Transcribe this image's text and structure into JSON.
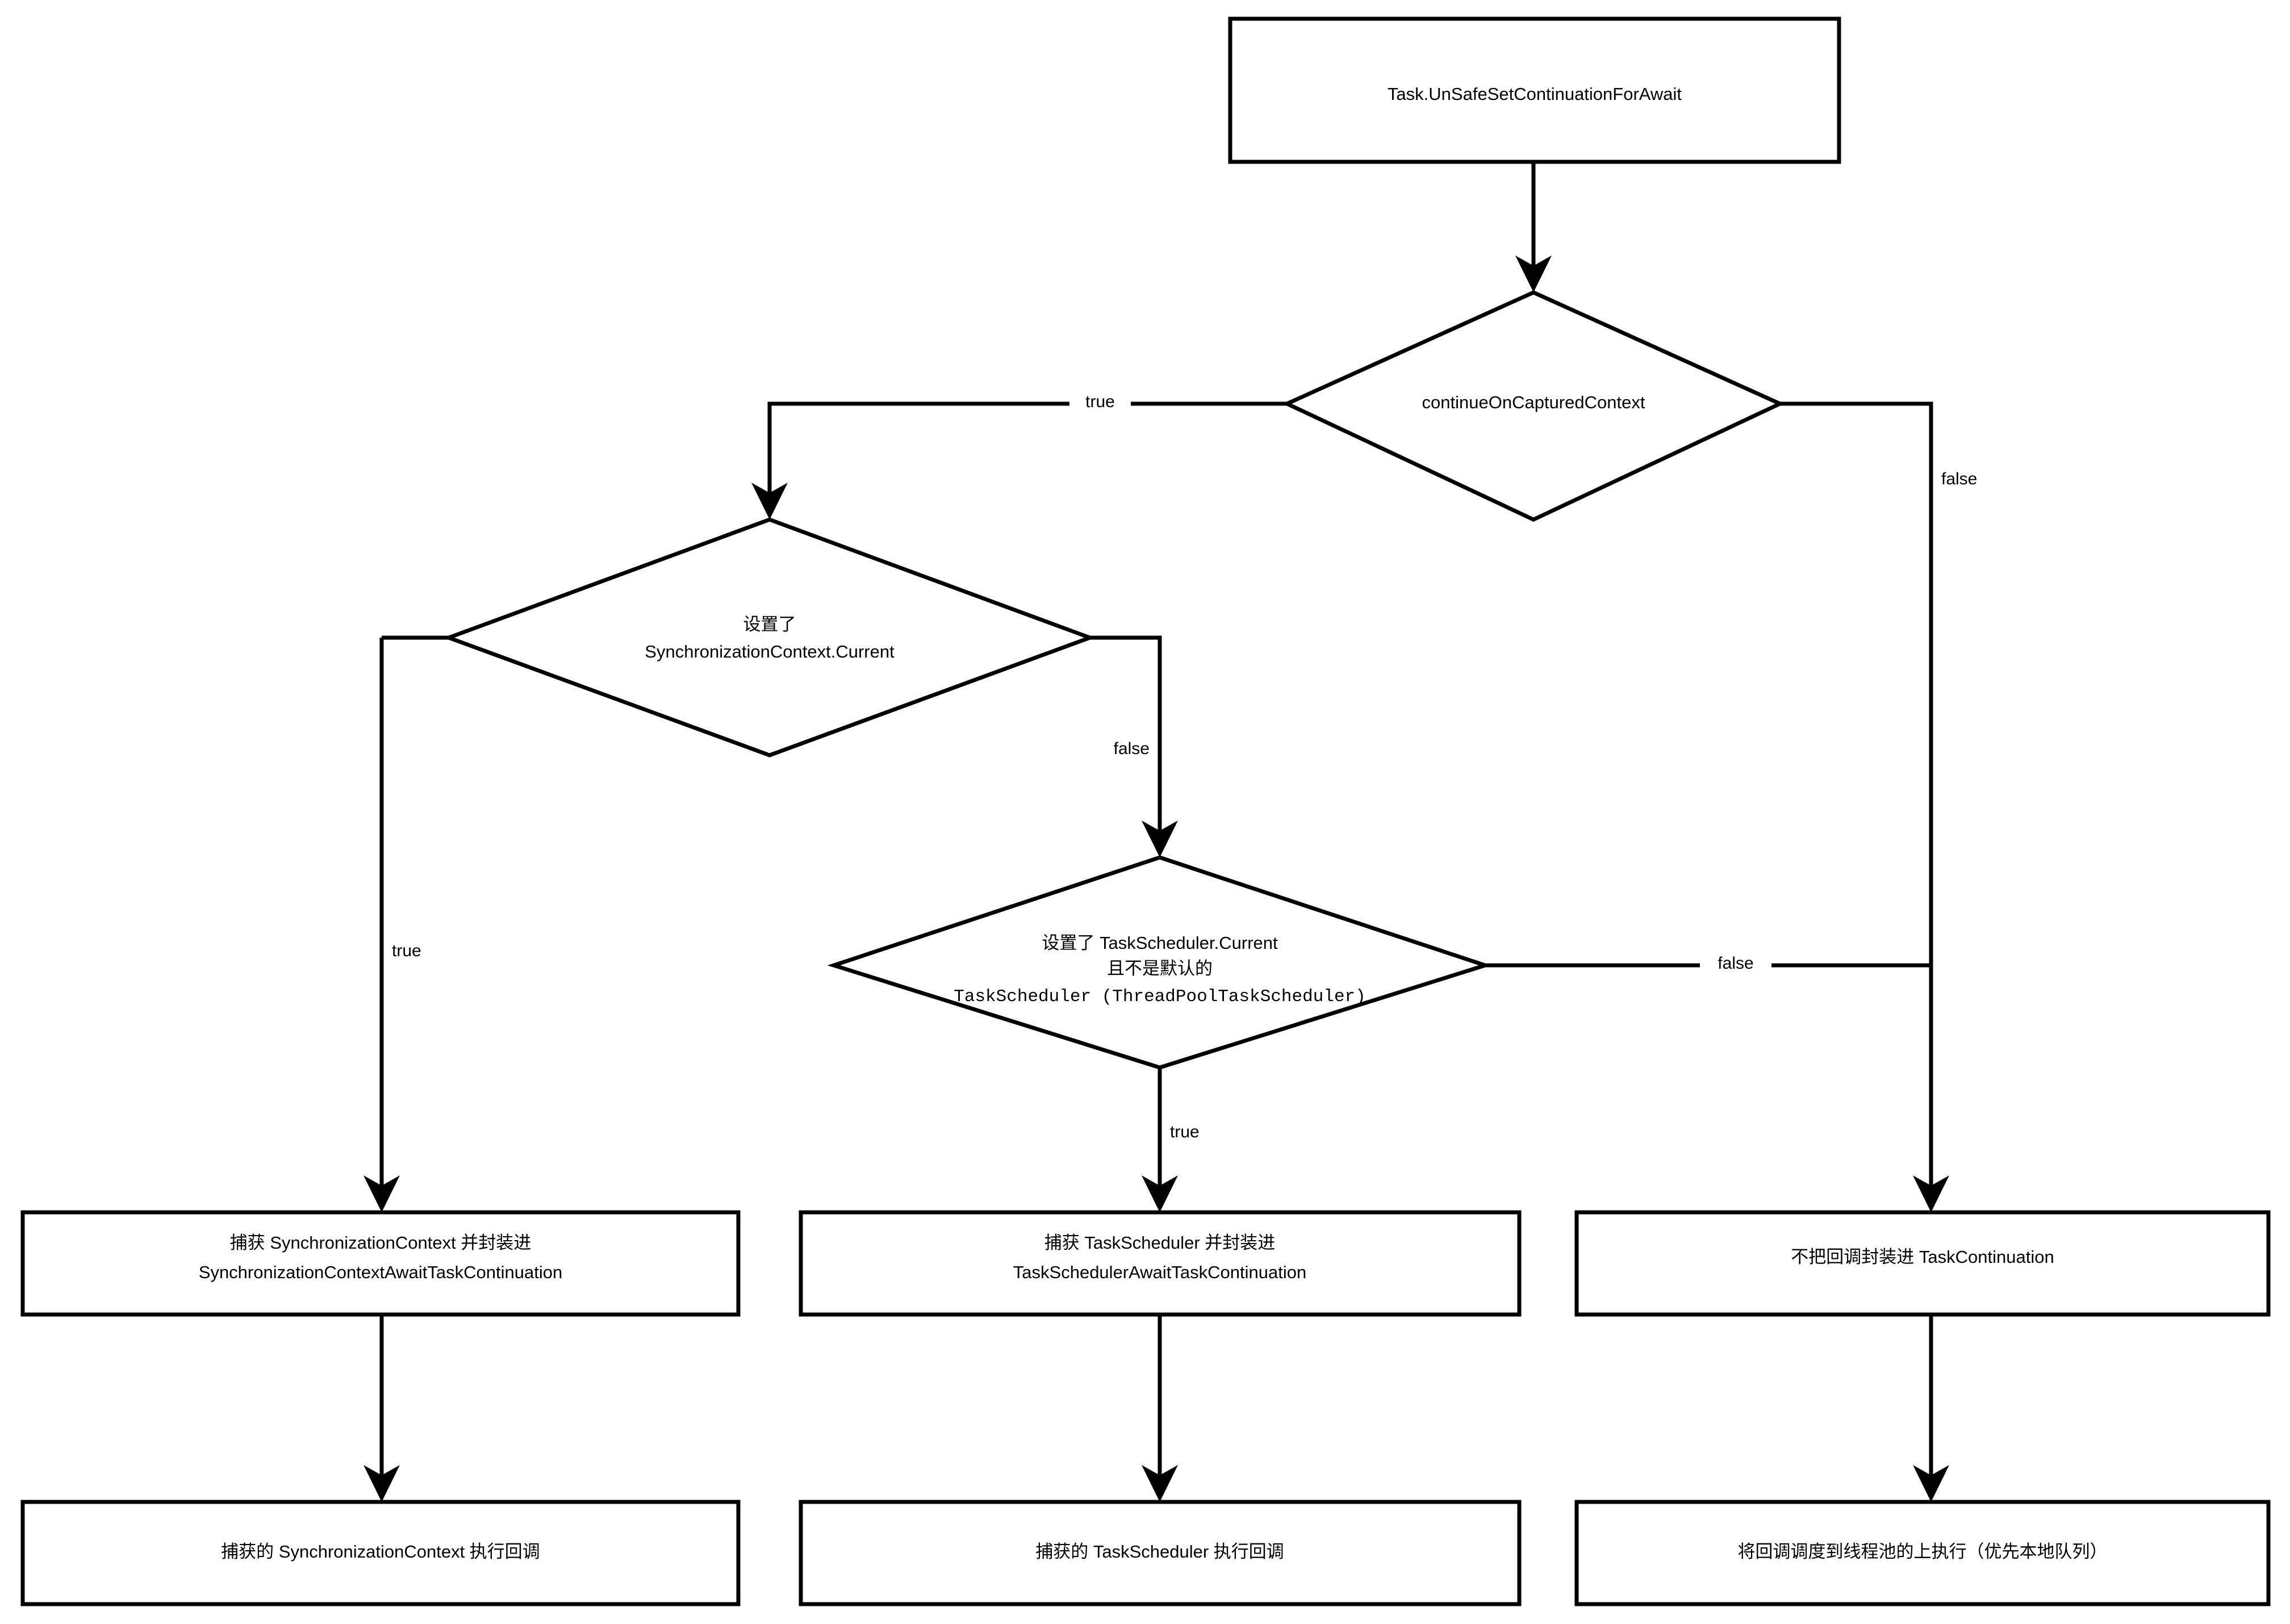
{
  "diagram": {
    "title": "Task.UnSafeSetContinuationForAwait flow",
    "background_color": "#ffffff",
    "stroke_color": "#000000",
    "nodes": {
      "start": {
        "id": "start",
        "shape": "rectangle",
        "label": "Task.UnSafeSetContinuationForAwait"
      },
      "decision_continue": {
        "id": "decision_continue",
        "shape": "diamond",
        "label": "continueOnCapturedContext"
      },
      "decision_synccontext": {
        "id": "decision_synccontext",
        "shape": "diamond",
        "label_line1": "设置了",
        "label_line2": "SynchronizationContext.Current"
      },
      "decision_taskscheduler": {
        "id": "decision_taskscheduler",
        "shape": "diamond",
        "label_line1": "设置了 TaskScheduler.Current",
        "label_line2": "且不是默认的",
        "label_line3": "TaskScheduler (ThreadPoolTaskScheduler)"
      },
      "action_capture_sync": {
        "id": "action_capture_sync",
        "shape": "rectangle",
        "label_line1": "捕获 SynchronizationContext 并封装进",
        "label_line2": "SynchronizationContextAwaitTaskContinuation"
      },
      "action_capture_sched": {
        "id": "action_capture_sched",
        "shape": "rectangle",
        "label_line1": "捕获 TaskScheduler 并封装进",
        "label_line2": "TaskSchedulerAwaitTaskContinuation"
      },
      "action_no_wrap": {
        "id": "action_no_wrap",
        "shape": "rectangle",
        "label": "不把回调封装进 TaskContinuation"
      },
      "result_sync": {
        "id": "result_sync",
        "shape": "rectangle",
        "label": "捕获的 SynchronizationContext 执行回调"
      },
      "result_sched": {
        "id": "result_sched",
        "shape": "rectangle",
        "label": "捕获的 TaskScheduler 执行回调"
      },
      "result_pool": {
        "id": "result_pool",
        "shape": "rectangle",
        "label": "将回调调度到线程池的上执行（优先本地队列）"
      }
    },
    "edges": [
      {
        "id": "e1",
        "from": "start",
        "to": "decision_continue",
        "label": ""
      },
      {
        "id": "e2",
        "from": "decision_continue",
        "to": "decision_synccontext",
        "label": "true"
      },
      {
        "id": "e3",
        "from": "decision_continue",
        "to": "action_no_wrap",
        "label": "false"
      },
      {
        "id": "e4",
        "from": "decision_synccontext",
        "to": "action_capture_sync",
        "label": "true"
      },
      {
        "id": "e5",
        "from": "decision_synccontext",
        "to": "decision_taskscheduler",
        "label": "false"
      },
      {
        "id": "e6",
        "from": "decision_taskscheduler",
        "to": "action_capture_sched",
        "label": "true"
      },
      {
        "id": "e7",
        "from": "decision_taskscheduler",
        "to": "action_no_wrap",
        "label": "false"
      },
      {
        "id": "e8",
        "from": "action_capture_sync",
        "to": "result_sync",
        "label": ""
      },
      {
        "id": "e9",
        "from": "action_capture_sched",
        "to": "result_sched",
        "label": ""
      },
      {
        "id": "e10",
        "from": "action_no_wrap",
        "to": "result_pool",
        "label": ""
      }
    ]
  }
}
